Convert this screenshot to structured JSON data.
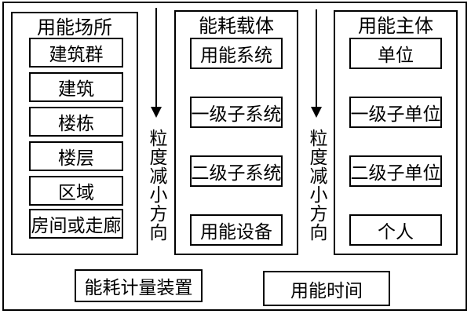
{
  "diagram": {
    "columns": [
      {
        "title": "用能场所",
        "boxes": [
          "建筑群",
          "建筑",
          "楼栋",
          "楼层",
          "区域",
          "房间或走廊"
        ]
      },
      {
        "title": "能耗载体",
        "boxes": [
          "用能系统",
          "一级子系统",
          "二级子系统",
          "用能设备"
        ]
      },
      {
        "title": "用能主体",
        "boxes": [
          "单位",
          "一级子单位",
          "二级子单位",
          "个人"
        ]
      }
    ],
    "arrow_labels": [
      "粒度减小方向",
      "粒度减小方向"
    ],
    "bottom_boxes": [
      "能耗计量装置",
      "用能时间"
    ],
    "colors": {
      "line": "#000000",
      "background": "#ffffff",
      "text": "#000000"
    }
  }
}
